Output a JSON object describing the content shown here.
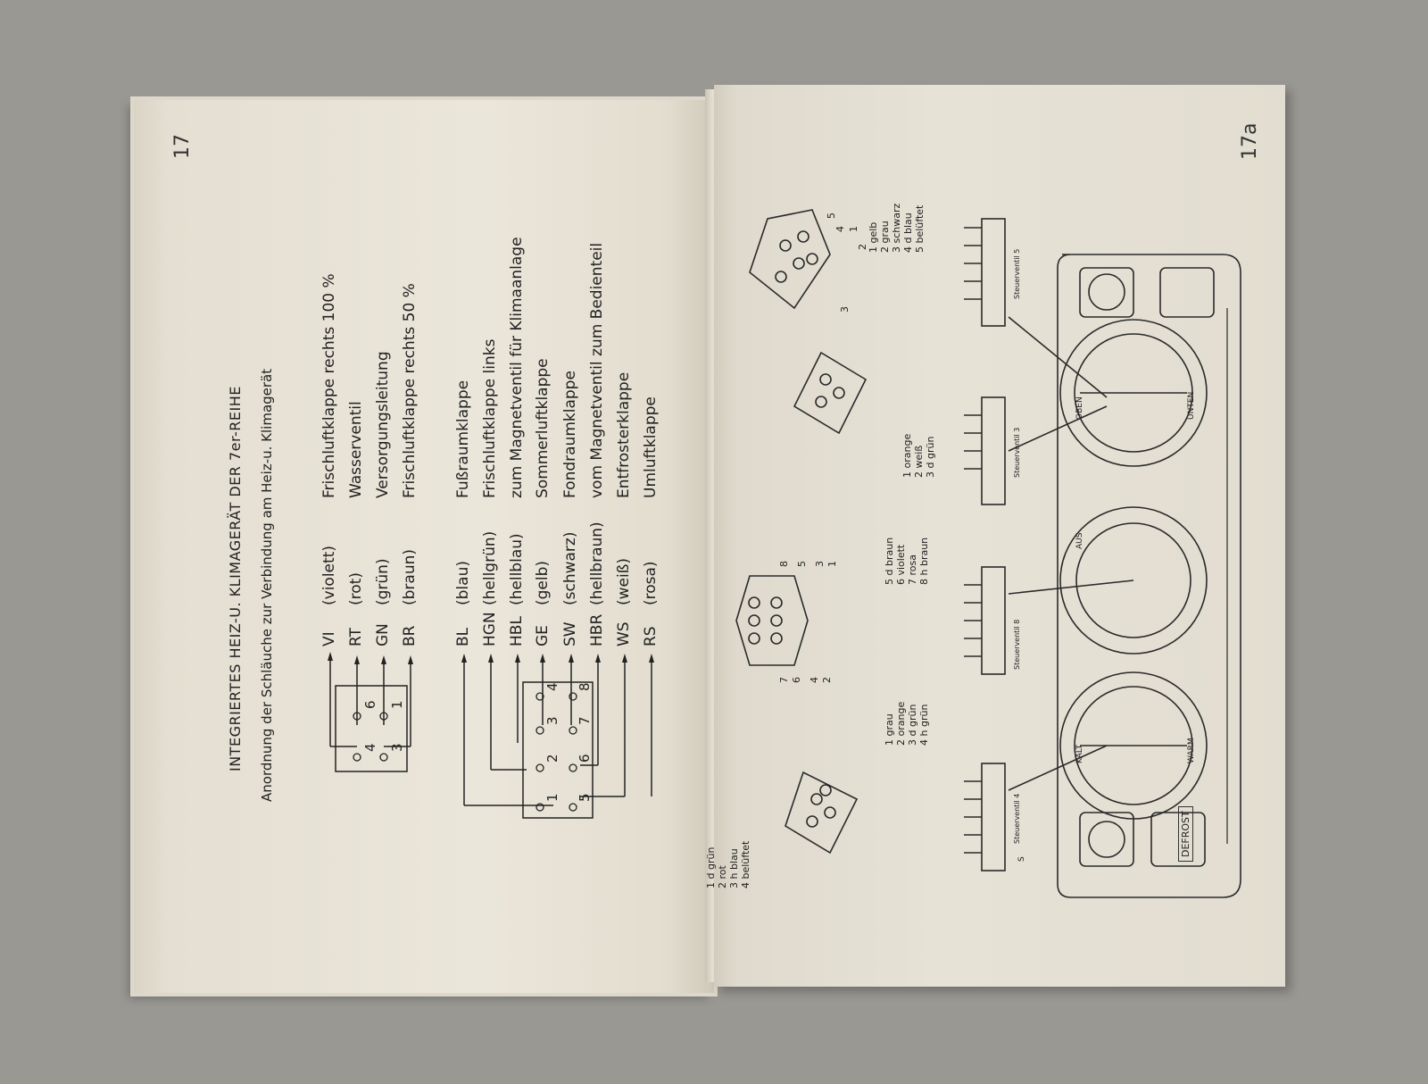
{
  "left_page": {
    "page_number": "17",
    "title": "INTEGRIERTES HEIZ-U. KLIMAGERÄT DER 7er-REIHE",
    "subtitle": "Anordnung der Schläuche zur Verbindung am Heiz-u. Klimagerät",
    "connector_a_labels": [
      "4",
      "6",
      "3",
      "1"
    ],
    "connector_b_labels": [
      "1",
      "2",
      "3",
      "4",
      "5",
      "6",
      "7",
      "8"
    ],
    "hoses_group_a": [
      {
        "code": "VI",
        "color": "(violett)",
        "description": "Frischluftklappe rechts 100 %"
      },
      {
        "code": "RT",
        "color": "(rot)",
        "description": "Wasserventil"
      },
      {
        "code": "GN",
        "color": "(grün)",
        "description": "Versorgungsleitung"
      },
      {
        "code": "BR",
        "color": "(braun)",
        "description": "Frischluftklappe rechts 50 %"
      }
    ],
    "hoses_group_b": [
      {
        "code": "BL",
        "color": "(blau)",
        "description": "Fußraumklappe"
      },
      {
        "code": "HGN",
        "color": "(hellgrün)",
        "description": "Frischluftklappe links"
      },
      {
        "code": "HBL",
        "color": "(hellblau)",
        "description": "zum Magnetventil für Klimaanlage"
      },
      {
        "code": "GE",
        "color": "(gelb)",
        "description": "Sommerluftklappe"
      },
      {
        "code": "SW",
        "color": "(schwarz)",
        "description": "Fondraumklappe"
      },
      {
        "code": "HBR",
        "color": "(hellbraun)",
        "description": "vom Magnetventil zum Bedienteil"
      },
      {
        "code": "WS",
        "color": "(weiß)",
        "description": "Entfrosterklappe"
      },
      {
        "code": "RS",
        "color": "(rosa)",
        "description": "Umluftklappe"
      }
    ]
  },
  "right_page": {
    "page_number": "17a",
    "legend_steuerventil_5": [
      "1 gelb",
      "2 grau",
      "3 schwarz",
      "4 d blau",
      "5 belüftet"
    ],
    "legend_steuerventil_3": [
      "1 orange",
      "2 weiß",
      "3 d grün"
    ],
    "legend_steuerventil_8_a": [
      "5 d braun",
      "6 violett",
      "7 rosa",
      "8 h braun"
    ],
    "legend_steuerventil_8_b": [
      "1 grau",
      "2 orange",
      "3 d grün",
      "4 h grün"
    ],
    "legend_steuerventil_4": [
      "1 d grün",
      "2 rot",
      "3 h blau",
      "4 belüftet"
    ],
    "valve_labels": [
      "Steuerventil 5",
      "Steuerventil 3",
      "Steuerventil 8",
      "Steuerventil 4"
    ],
    "panel_labels": [
      "DEFROST",
      "WARM",
      "KALT",
      "OBEN",
      "UNTEN",
      "AUS"
    ],
    "edge_letter": "S",
    "connector_8pin_numbers": [
      "8",
      "5",
      "3",
      "1",
      "7",
      "6",
      "4",
      "2"
    ],
    "connector_small_numbers": [
      "1",
      "2",
      "3",
      "4",
      "5"
    ]
  }
}
